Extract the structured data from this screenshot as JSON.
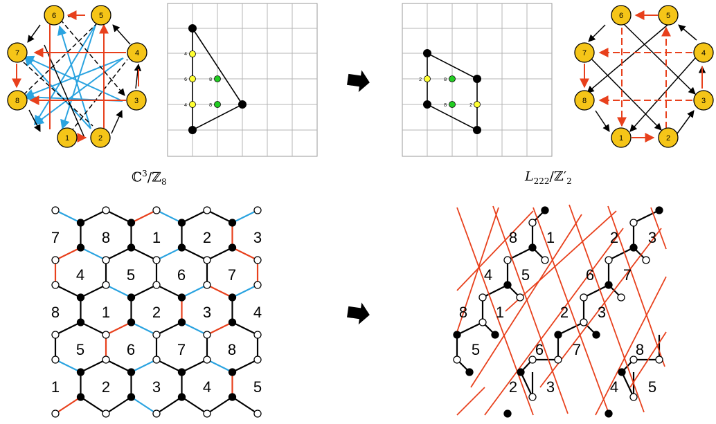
{
  "captions": {
    "left_field": "ℂ",
    "left_exp": "3",
    "left_quot": "/ℤ",
    "left_sub": "8",
    "right_main": "L",
    "right_sub": "222",
    "right_quot": "/ℤ",
    "right_prime": "′",
    "right_sub2": "2"
  },
  "quiver_left": {
    "nodes": [
      "1",
      "2",
      "3",
      "4",
      "5",
      "6",
      "7",
      "8"
    ]
  },
  "quiver_right": {
    "nodes": [
      "1",
      "2",
      "3",
      "4",
      "5",
      "6",
      "7",
      "8"
    ]
  },
  "toric_left": {
    "multiplicity_labels": [
      "4",
      "6",
      "4",
      "8",
      "8"
    ]
  },
  "toric_right": {
    "multiplicity_labels": [
      "2",
      "8",
      "8",
      "2"
    ]
  },
  "tiling_left": {
    "rows": [
      [
        "7",
        "8",
        "1",
        "2",
        "3"
      ],
      [
        "4",
        "5",
        "6",
        "7"
      ],
      [
        "8",
        "1",
        "2",
        "3",
        "4"
      ],
      [
        "5",
        "6",
        "7",
        "8"
      ],
      [
        "1",
        "2",
        "3",
        "4",
        "5"
      ]
    ]
  },
  "tiling_right": {
    "labels": [
      "8",
      "1",
      "2",
      "3",
      "4",
      "5",
      "6",
      "7",
      "8",
      "1",
      "2",
      "3",
      "5",
      "6",
      "7",
      "8",
      "2",
      "3",
      "4",
      "5"
    ]
  },
  "colors": {
    "node_fill": "#f5c518",
    "red_edge": "#e8401c",
    "blue_edge": "#2aa3e0",
    "green_point": "#22cc22",
    "yellow_point": "#ffff33",
    "grid": "#b4b4b4"
  }
}
